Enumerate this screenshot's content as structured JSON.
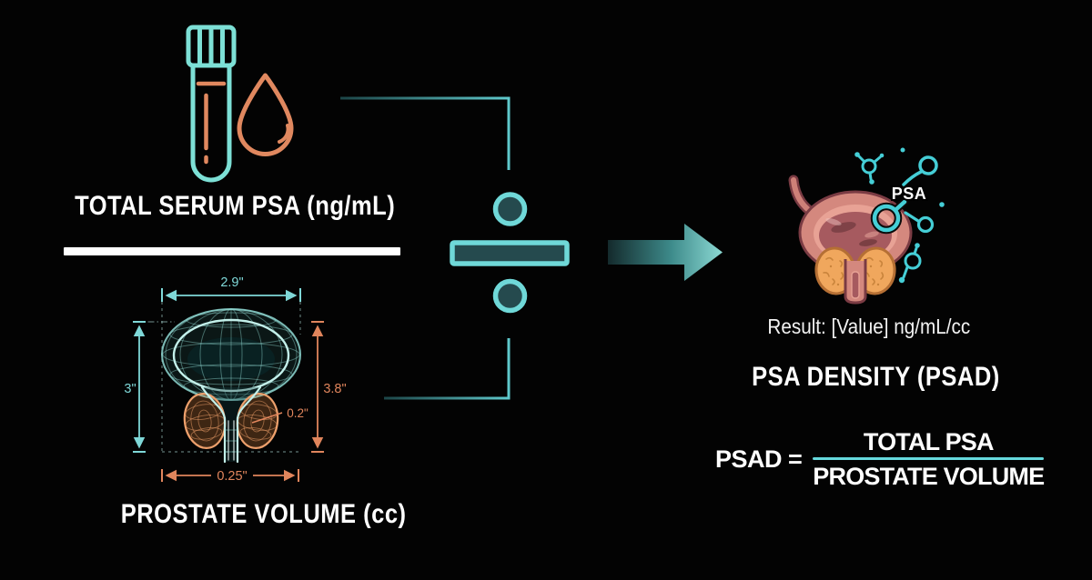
{
  "colors": {
    "background": "#030303",
    "teal": "#7fd8d8",
    "teal_bright": "#c3f0ea",
    "teal_line": "#5fc9cc",
    "teal_fill_dark": "#254a4e",
    "orange": "#e0855c",
    "white": "#ffffff",
    "molecule_teal": "#45ced6",
    "bladder_pink": "#d4887e",
    "bladder_outline": "#7a3b43",
    "prostate_orange": "#f0a75d"
  },
  "numerator": {
    "title": "TOTAL SERUM PSA (ng/mL)"
  },
  "denominator": {
    "title": "PROSTATE VOLUME (cc)",
    "measurements": {
      "top_width": "2.9\"",
      "left_height": "3\"",
      "right_height": "3.8\"",
      "lobe_width": "0.2\"",
      "bottom_width": "0.25\""
    }
  },
  "operator": {
    "name": "division"
  },
  "result": {
    "molecule_label": "PSA",
    "line": "Result: [Value] ng/mL/cc",
    "title": "PSA DENSITY (PSAD)",
    "formula": {
      "lhs": "PSAD =",
      "numerator": "TOTAL PSA",
      "denominator": "PROSTATE VOLUME"
    }
  }
}
